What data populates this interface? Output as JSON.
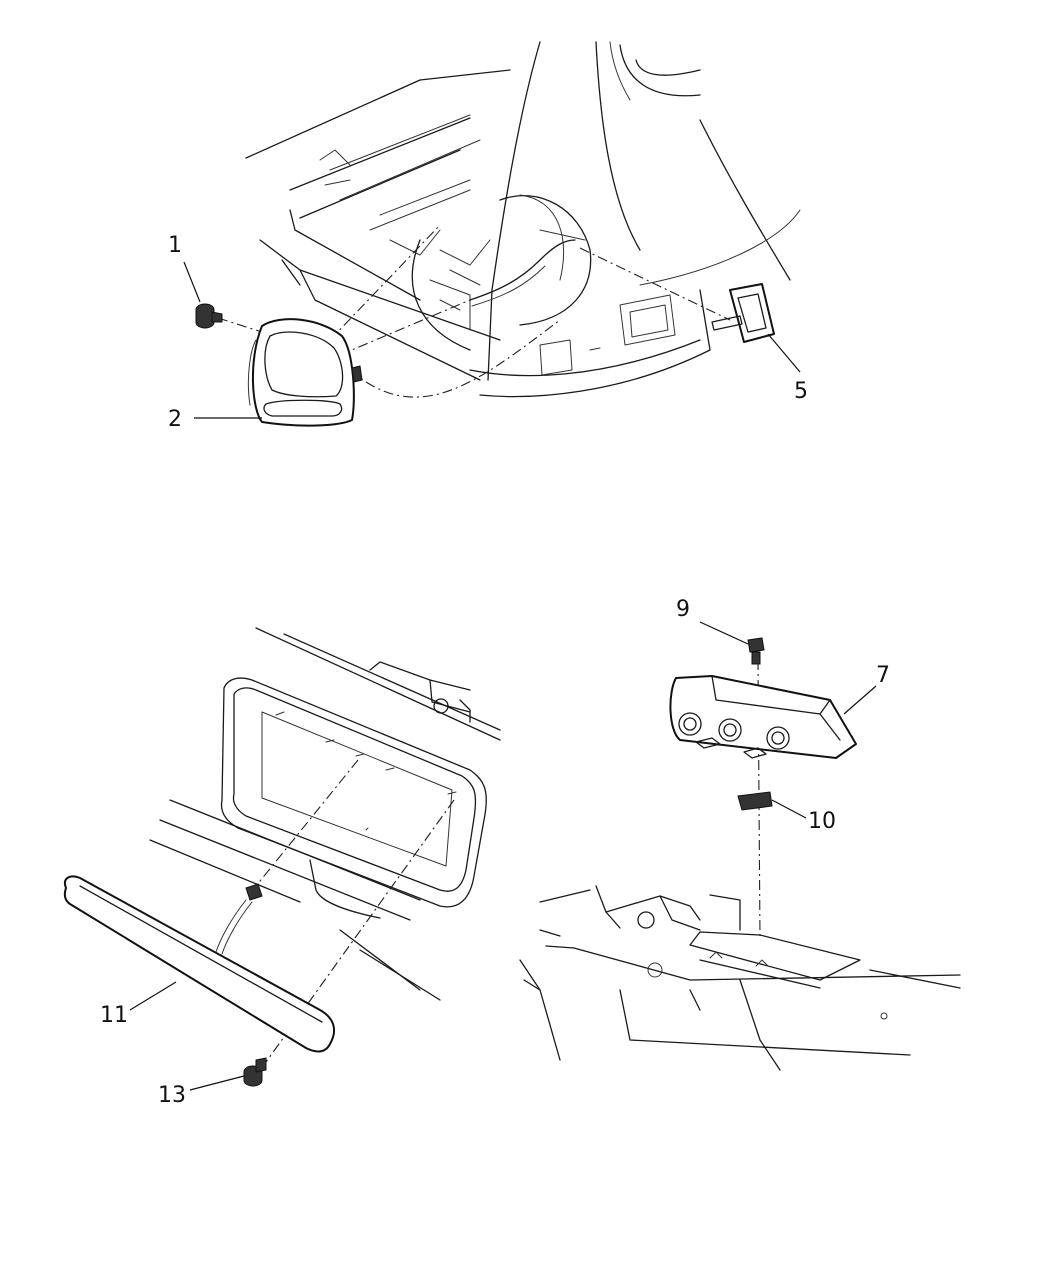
{
  "callouts": [
    {
      "id": "1",
      "label": "1"
    },
    {
      "id": "2",
      "label": "2"
    },
    {
      "id": "5",
      "label": "5"
    },
    {
      "id": "7",
      "label": "7"
    },
    {
      "id": "9",
      "label": "9"
    },
    {
      "id": "10",
      "label": "10"
    },
    {
      "id": "11",
      "label": "11"
    },
    {
      "id": "13",
      "label": "13"
    }
  ]
}
